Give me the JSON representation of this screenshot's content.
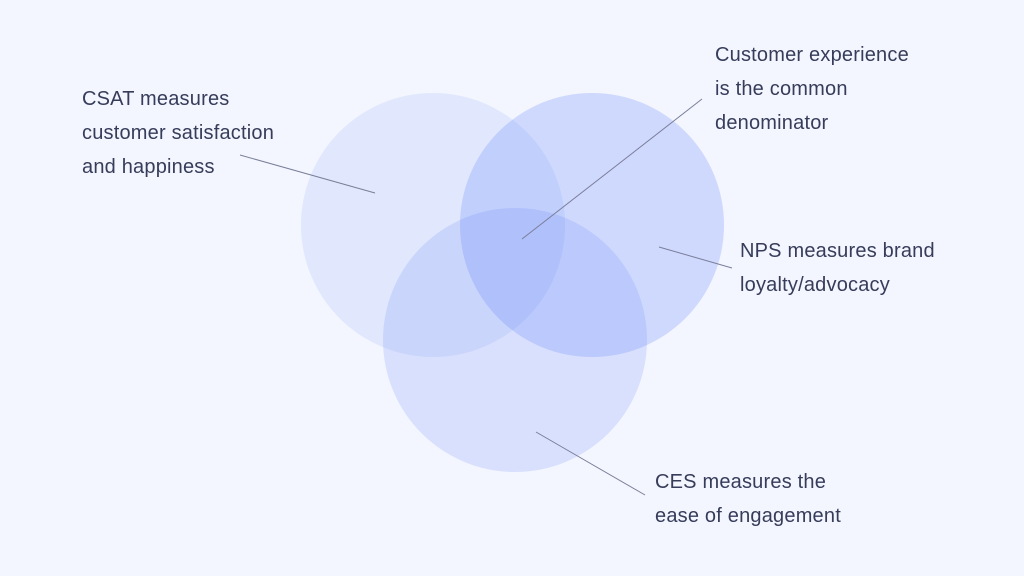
{
  "colors": {
    "background": "#f3f6fe",
    "circle_fill": "#6482fa",
    "leader_line": "#7a7f99",
    "text": "#363c5a"
  },
  "circles": [
    {
      "id": "csat",
      "opacity": 0.12
    },
    {
      "id": "nps",
      "opacity": 0.25
    },
    {
      "id": "ces",
      "opacity": 0.18
    }
  ],
  "labels": {
    "csat": [
      "CSAT measures",
      "customer satisfaction",
      "and happiness"
    ],
    "common": [
      "Customer experience",
      "is the common",
      "denominator"
    ],
    "nps": [
      "NPS measures brand",
      "loyalty/advocacy"
    ],
    "ces": [
      "CES measures the",
      "ease of engagement"
    ]
  }
}
